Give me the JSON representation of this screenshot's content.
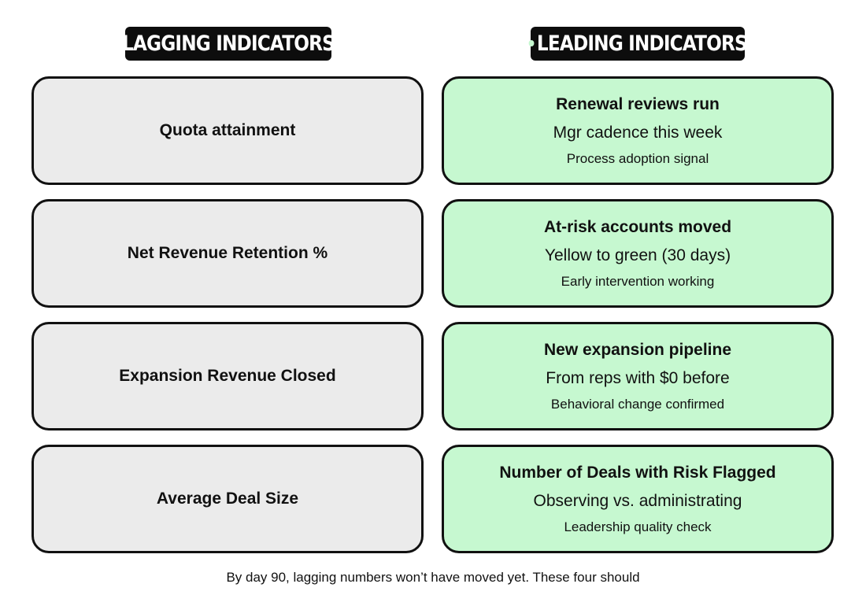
{
  "headers": {
    "lagging": "LAGGING INDICATORS",
    "leading": "LEADING INDICATORS"
  },
  "lagging": [
    {
      "label": "Quota attainment"
    },
    {
      "label": "Net Revenue Retention %"
    },
    {
      "label": "Expansion Revenue Closed"
    },
    {
      "label": "Average Deal Size"
    }
  ],
  "leading": [
    {
      "title": "Renewal reviews run",
      "subtitle": "Mgr cadence this week",
      "note": "Process adoption signal"
    },
    {
      "title": "At-risk accounts moved",
      "subtitle": "Yellow to green (30 days)",
      "note": "Early intervention working"
    },
    {
      "title": "New expansion pipeline",
      "subtitle": "From reps with $0 before",
      "note": "Behavioral change confirmed"
    },
    {
      "title": "Number of Deals with Risk Flagged",
      "subtitle": "Observing vs. administrating",
      "note": "Leadership quality check"
    }
  ],
  "footer": "By day 90, lagging numbers won’t have moved yet. These four should",
  "colors": {
    "lagging_fill": "#ebebeb",
    "leading_fill": "#c6f8d0",
    "header_bg": "#0d0d0d",
    "border": "#111111"
  }
}
